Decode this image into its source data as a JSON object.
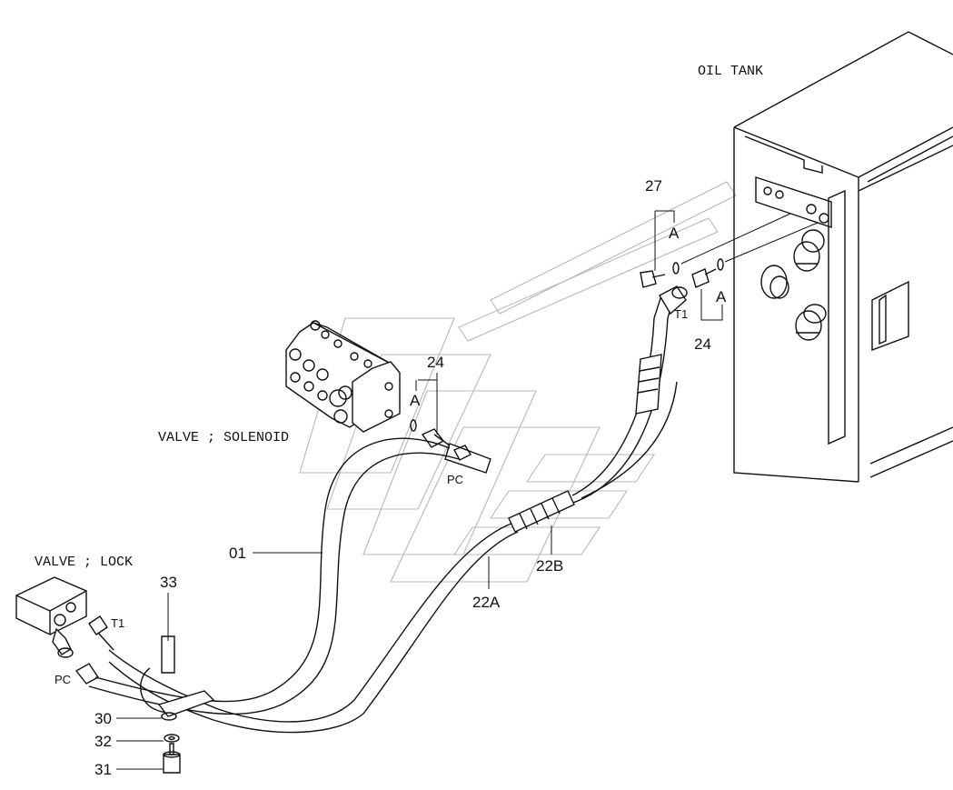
{
  "labels": {
    "oil_tank": "OIL TANK",
    "valve_solenoid": "VALVE ; SOLENOID",
    "valve_lock": "VALVE ; LOCK"
  },
  "ports": {
    "t1_tank": "T1",
    "t1_lock": "T1",
    "pc_solenoid": "PC",
    "pc_lock": "PC"
  },
  "callouts": {
    "p01": "01",
    "p22a": "22A",
    "p22b": "22B",
    "p24_top": "24",
    "p24_tank": "24",
    "p27": "27",
    "p30": "30",
    "p31": "31",
    "p32": "32",
    "p33": "33"
  },
  "detail_marks": {
    "a_solenoid": "A",
    "a_tank_left": "A",
    "a_tank_right": "A"
  }
}
